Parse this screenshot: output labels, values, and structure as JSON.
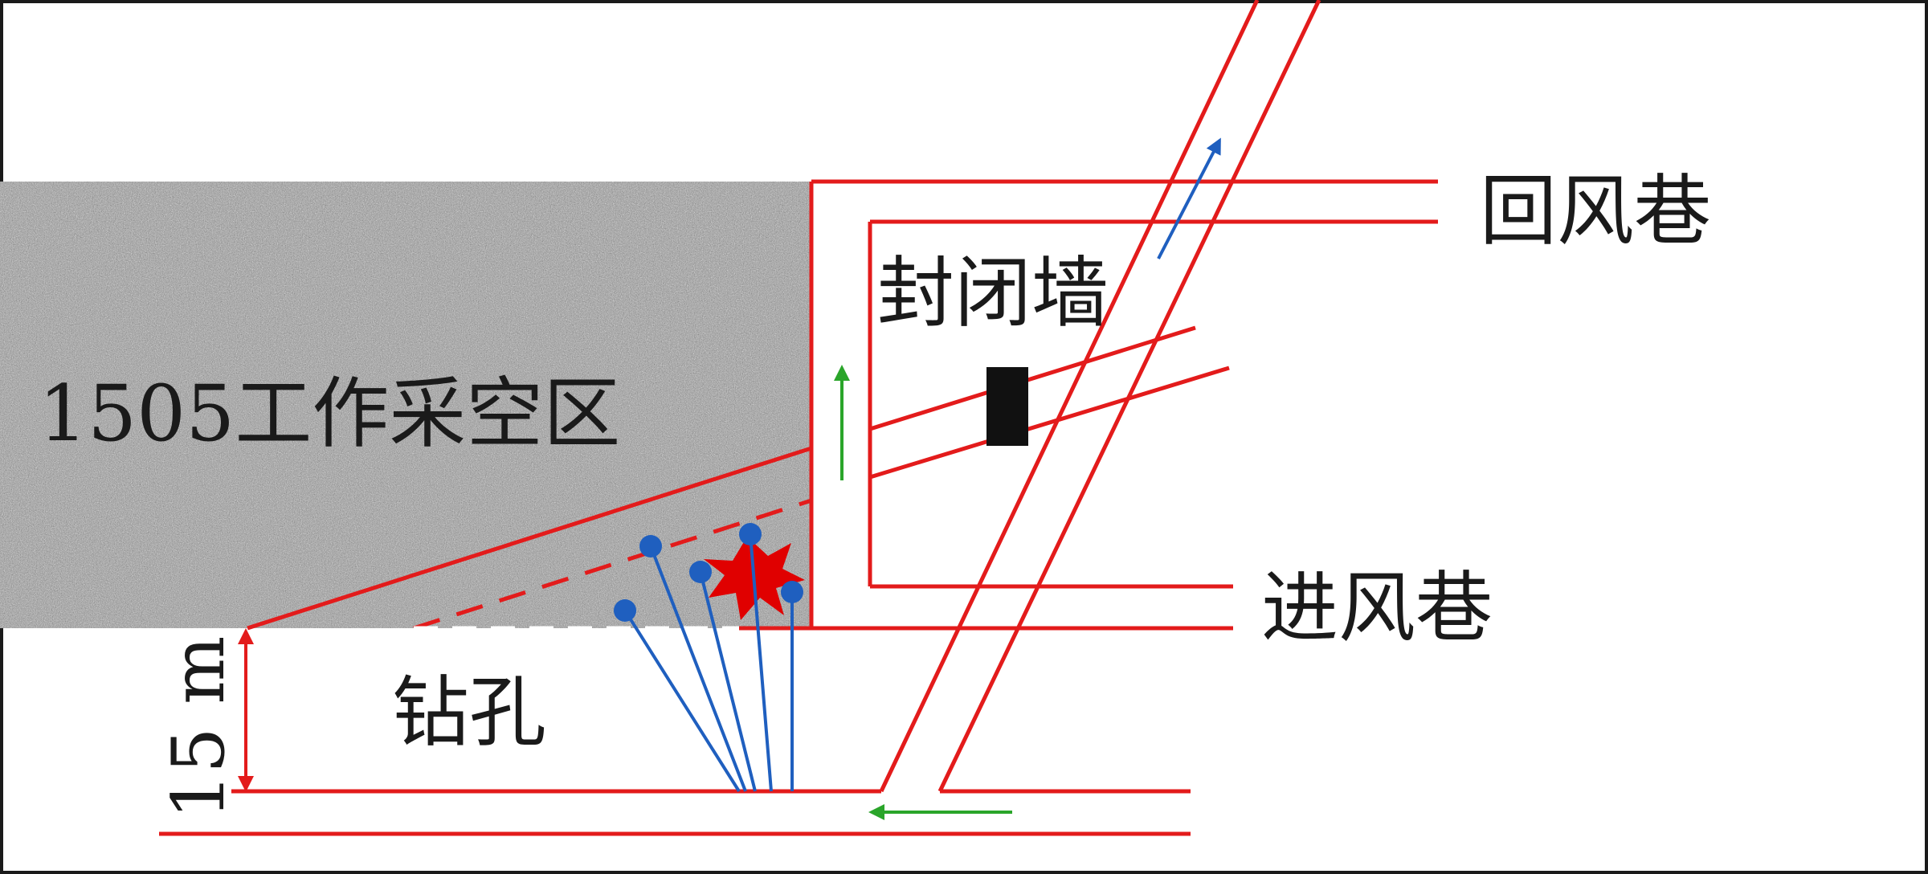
{
  "labels": {
    "goaf": "1505工作采空区",
    "return_airway": "回风巷",
    "seal_wall": "封闭墙",
    "intake_airway": "进风巷",
    "drill_hole": "钻孔",
    "dimension": "15 m"
  },
  "colors": {
    "roadway": "#e31b1b",
    "drill": "#1f5fbf",
    "airflow_return": "#1f5fbf",
    "airflow_intake": "#2aa52a",
    "fire": "#e00000",
    "seal_wall": "#111111",
    "goaf_base": "#9a9a9a"
  }
}
